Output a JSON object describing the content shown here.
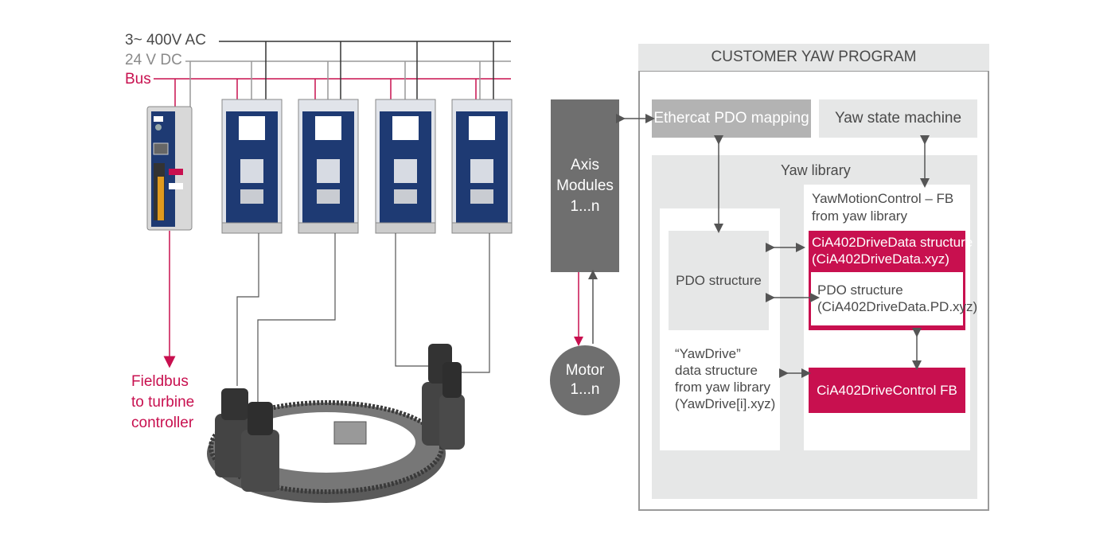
{
  "power": {
    "ac_label": "3~ 400V AC",
    "dc_label": "24 V DC",
    "bus_label": "Bus"
  },
  "fieldbus": {
    "line1": "Fieldbus",
    "line2": "to turbine",
    "line3": "controller"
  },
  "axis_modules": {
    "line1": "Axis",
    "line2": "Modules",
    "line3": "1...n"
  },
  "motor": {
    "line1": "Motor",
    "line2": "1...n"
  },
  "program": {
    "title": "CUSTOMER YAW PROGRAM",
    "pdo_mapping": "Ethercat PDO mapping",
    "state_machine": "Yaw state machine",
    "library_title": "Yaw library",
    "pdo_structure": "PDO structure",
    "yawdrive_lines": [
      "“YawDrive”",
      "data structure",
      "from yaw library",
      "(YawDrive[i].xyz)"
    ],
    "motion_fb_lines": [
      "YawMotionControl – FB",
      "from yaw library"
    ],
    "drivedata_lines": [
      "CiA402DriveData structure",
      "(CiA402DriveData.xyz)"
    ],
    "inner_pdo_lines": [
      "PDO structure",
      "(CiA402DriveData.PD.xyz)"
    ],
    "drivecontrol": "CiA402DriveControl FB"
  },
  "colors": {
    "accent": "#c8104f",
    "dark_grey": "#6f6f6f",
    "light_grey": "#e6e7e7",
    "mid_grey": "#b3b3b3",
    "drive_blue": "#1e3a73"
  },
  "icons": [
    "fieldbus-coupler-icon",
    "drive-unit-icon",
    "yaw-ring-gear-icon"
  ]
}
